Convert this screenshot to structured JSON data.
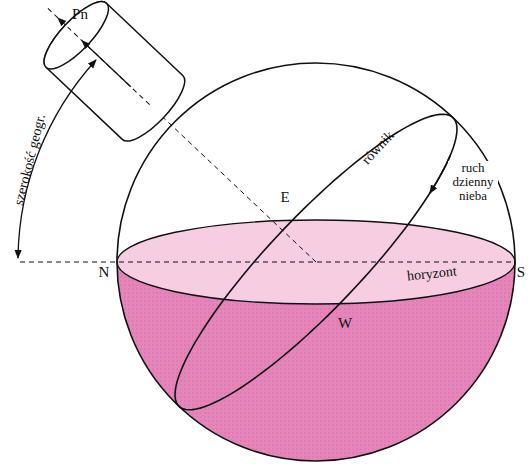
{
  "diagram": {
    "labels": [
      "Pn",
      "szerokość geogr.",
      "równik",
      "E",
      "ruch dzienny nieba",
      "N",
      "horyzont",
      "S",
      "W"
    ]
  }
}
